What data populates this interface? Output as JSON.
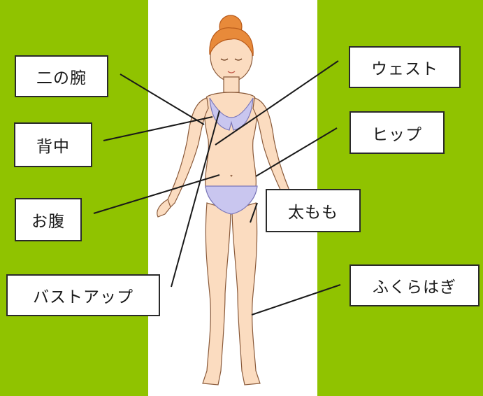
{
  "labels": {
    "upper_arm": "二の腕",
    "back": "背中",
    "belly": "お腹",
    "bust_up": "バストアップ",
    "waist": "ウェスト",
    "hip": "ヒップ",
    "thigh": "太もも",
    "calf": "ふくらはぎ"
  },
  "colors": {
    "background": "#90c300",
    "panel": "#ffffff",
    "skin": "#fbdcc0",
    "hair": "#e88a3a",
    "bikini": "#c9c6ef"
  }
}
